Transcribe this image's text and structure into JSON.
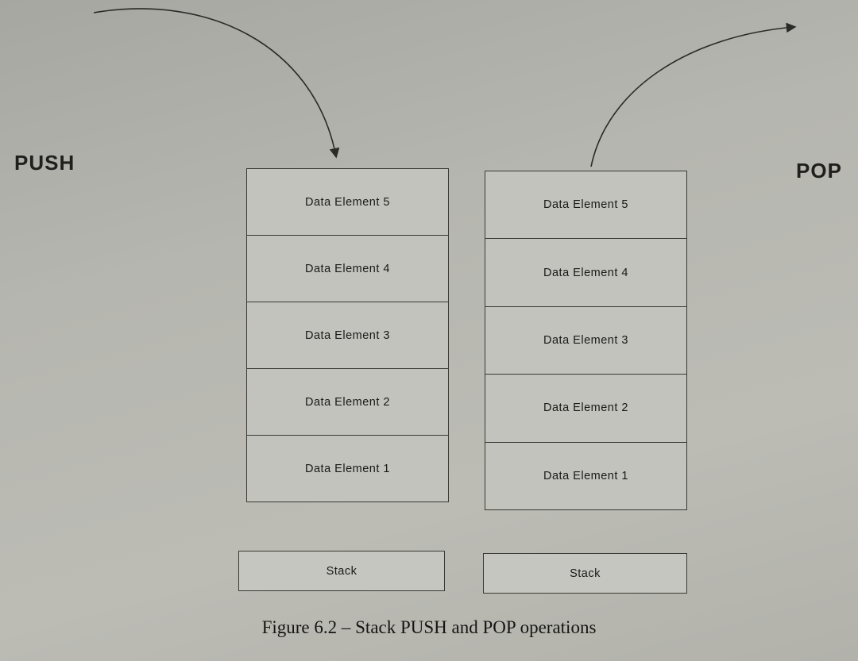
{
  "labels": {
    "push": "PUSH",
    "pop": "POP"
  },
  "stacks": {
    "left": {
      "elements": [
        "Data Element 5",
        "Data Element 4",
        "Data Element 3",
        "Data Element 2",
        "Data Element 1"
      ],
      "base_label": "Stack"
    },
    "right": {
      "elements": [
        "Data Element 5",
        "Data Element 4",
        "Data Element 3",
        "Data Element 2",
        "Data Element 1"
      ],
      "base_label": "Stack"
    }
  },
  "caption": "Figure 6.2 – Stack PUSH and POP operations",
  "colors": {
    "page_background": "#b4b4ae",
    "box_fill": "#c3c3bd",
    "line_color": "#3a3a35",
    "text_color": "#191917"
  }
}
